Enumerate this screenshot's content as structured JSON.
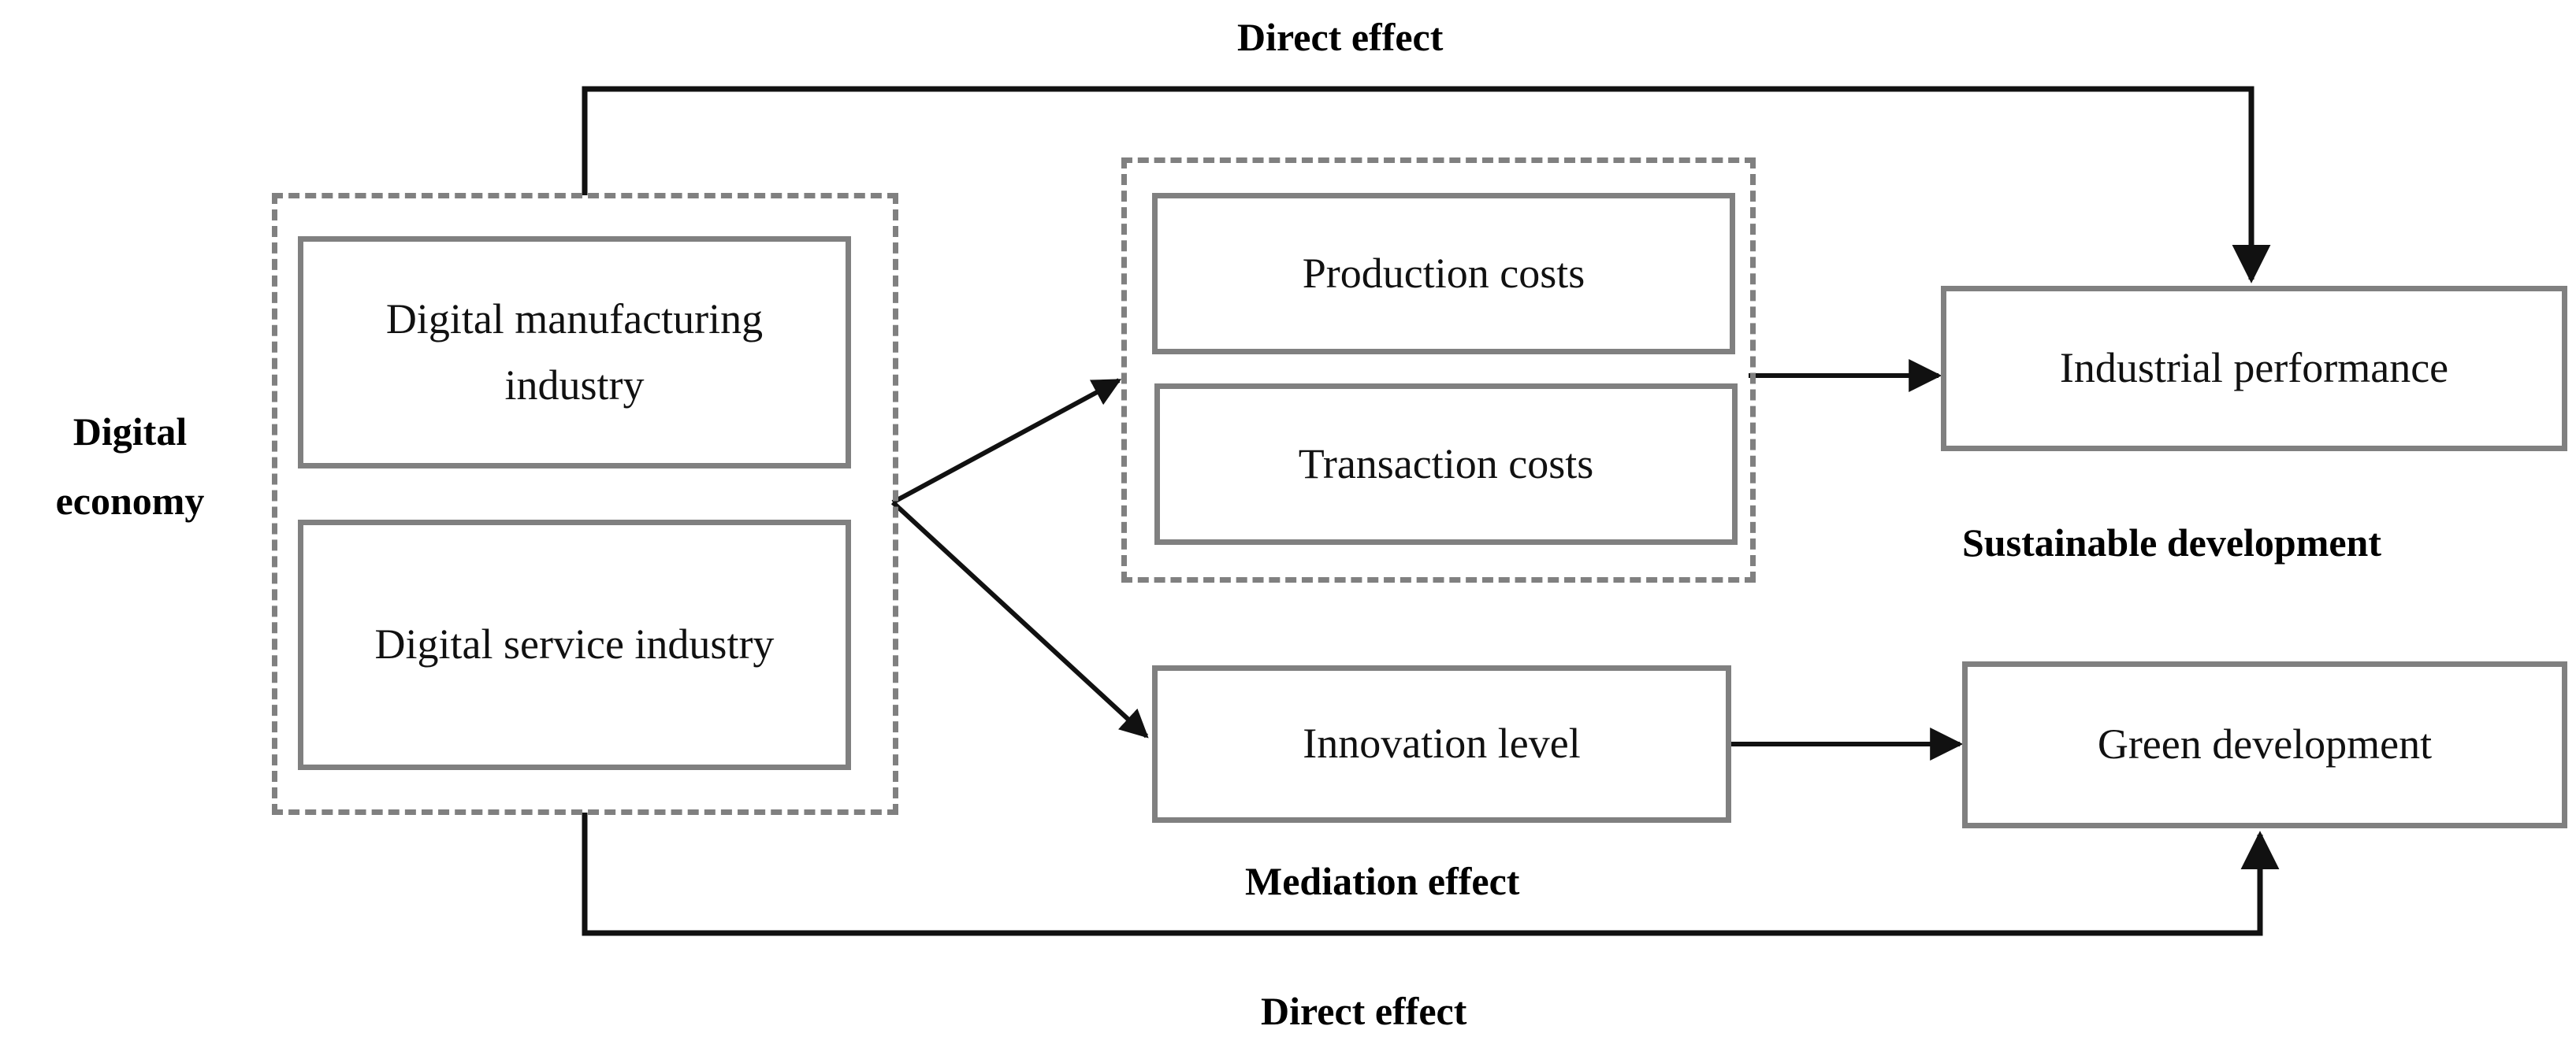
{
  "diagram": {
    "title_labels": {
      "digital_economy": "Digital\neconomy",
      "digital_economy_line1": "Digital",
      "digital_economy_line2": "economy",
      "sustainable_development": "Sustainable development"
    },
    "groups": [
      {
        "id": "digital-economy-group",
        "label": "Digital economy",
        "style": "dashed",
        "color": "#808080",
        "nodes": [
          "digital-manufacturing-industry",
          "digital-service-industry"
        ]
      },
      {
        "id": "costs-group",
        "label": "",
        "style": "dashed",
        "color": "#808080",
        "nodes": [
          "production-costs",
          "transaction-costs"
        ]
      }
    ],
    "nodes": [
      {
        "id": "digital-manufacturing-industry",
        "label_line1": "Digital manufacturing",
        "label_line2": "industry",
        "border_color": "#808080"
      },
      {
        "id": "digital-service-industry",
        "label": "Digital service industry",
        "border_color": "#808080"
      },
      {
        "id": "production-costs",
        "label": "Production costs",
        "border_color": "#808080"
      },
      {
        "id": "transaction-costs",
        "label": "Transaction costs",
        "border_color": "#808080"
      },
      {
        "id": "innovation-level",
        "label": "Innovation level",
        "border_color": "#808080"
      },
      {
        "id": "industrial-performance",
        "label": "Industrial performance",
        "border_color": "#808080"
      },
      {
        "id": "green-development",
        "label": "Green development",
        "border_color": "#808080"
      }
    ],
    "edge_labels": {
      "direct_effect_top": "Direct effect",
      "mediation_effect": "Mediation effect",
      "direct_effect_bottom": "Direct effect"
    },
    "edges": [
      {
        "id": "direct-effect-top-edge",
        "from": "digital-economy-group",
        "to": "industrial-performance",
        "label": "Direct effect",
        "arrow": "down"
      },
      {
        "id": "economy-to-costs-edge",
        "from": "digital-economy-group",
        "to": "costs-group",
        "label": "",
        "arrow": "up-right"
      },
      {
        "id": "economy-to-innovation-edge",
        "from": "digital-economy-group",
        "to": "innovation-level",
        "label": "Mediation effect",
        "arrow": "down-right"
      },
      {
        "id": "costs-to-performance-edge",
        "from": "costs-group",
        "to": "industrial-performance",
        "label": "",
        "arrow": "right"
      },
      {
        "id": "innovation-to-green-edge",
        "from": "innovation-level",
        "to": "green-development",
        "label": "",
        "arrow": "right"
      },
      {
        "id": "direct-effect-bottom-edge",
        "from": "digital-economy-group",
        "to": "green-development",
        "label": "Direct effect",
        "arrow": "up"
      }
    ],
    "colors": {
      "box_border": "#808080",
      "arrow": "#111111",
      "text": "#111111",
      "background": "#ffffff"
    }
  }
}
